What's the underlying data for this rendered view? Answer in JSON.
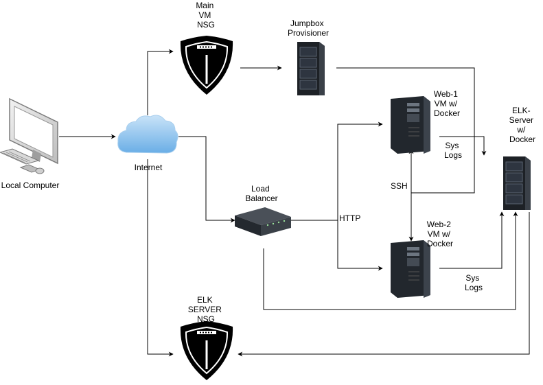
{
  "colors": {
    "line": "#000000",
    "cloud": "#8fc2ec",
    "server_dark": "#1d2126",
    "screen": "#dfe3e7"
  },
  "nodes": {
    "local_computer": {
      "label": "Local Computer",
      "icon": "desktop-computer-icon"
    },
    "internet": {
      "label": "Internet",
      "icon": "cloud-icon"
    },
    "main_nsg": {
      "lines": [
        "Main",
        "VM",
        "NSG"
      ],
      "icon": "shield-icon"
    },
    "jumpbox": {
      "lines": [
        "Jumpbox",
        "Provisioner"
      ],
      "icon": "server-rack-icon"
    },
    "load_balancer": {
      "lines": [
        "Load",
        "Balancer"
      ],
      "icon": "network-switch-icon"
    },
    "web1": {
      "lines": [
        "Web-1",
        "VM w/",
        "Docker"
      ],
      "icon": "tower-server-icon"
    },
    "web2": {
      "lines": [
        "Web-2",
        "VM w/",
        "Docker"
      ],
      "icon": "tower-server-icon"
    },
    "elk_server": {
      "lines": [
        "ELK-",
        "Server",
        "w/",
        "Docker"
      ],
      "icon": "server-rack-icon"
    },
    "elk_nsg": {
      "lines": [
        "ELK",
        "SERVER",
        "NSG"
      ],
      "icon": "shield-icon"
    }
  },
  "edge_labels": {
    "http": "HTTP",
    "ssh": "SSH",
    "syslogs_1": [
      "Sys",
      "Logs"
    ],
    "syslogs_2": [
      "Sys",
      "Logs"
    ]
  }
}
